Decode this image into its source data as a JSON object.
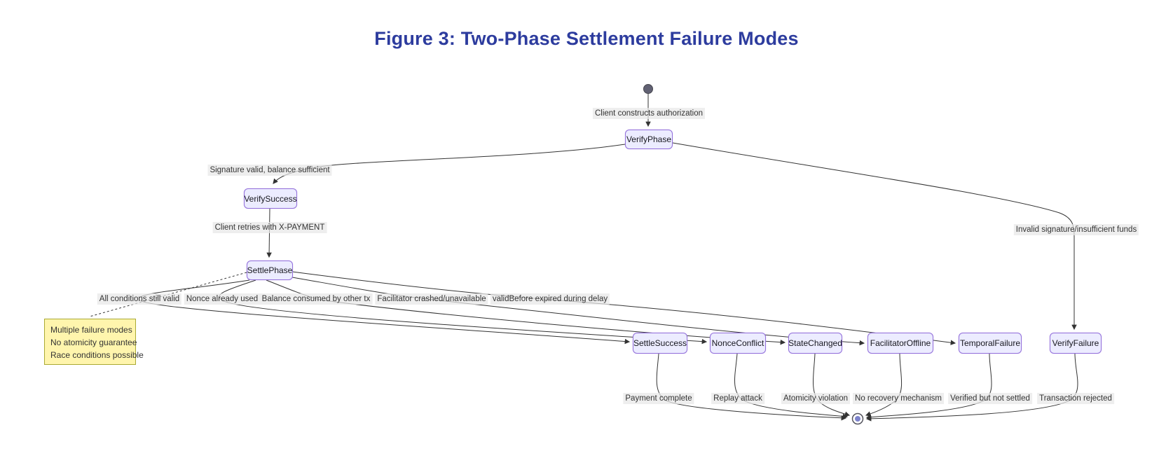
{
  "title": "Figure 3: Two-Phase Settlement Failure Modes",
  "colors": {
    "title": "#2d3c9e",
    "node_fill": "#ececff",
    "node_border": "#9370db",
    "note_fill": "#fff5ad",
    "note_border": "#aaaa33",
    "edge": "#333333",
    "start_state": "#616173",
    "end_state_inner": "#7d83cc"
  },
  "nodes": {
    "verify_phase": {
      "label": "VerifyPhase"
    },
    "verify_success": {
      "label": "VerifySuccess"
    },
    "settle_phase": {
      "label": "SettlePhase"
    },
    "settle_success": {
      "label": "SettleSuccess"
    },
    "nonce_conflict": {
      "label": "NonceConflict"
    },
    "state_changed": {
      "label": "StateChanged"
    },
    "facilitator_offline": {
      "label": "FacilitatorOffline"
    },
    "temporal_failure": {
      "label": "TemporalFailure"
    },
    "verify_failure": {
      "label": "VerifyFailure"
    }
  },
  "edges": {
    "start_to_verifyphase": {
      "label": "Client constructs authorization"
    },
    "verifyphase_to_verifysuccess": {
      "label": "Signature valid, balance sufficient"
    },
    "verifyphase_to_verifyfailure": {
      "label": "Invalid signature/insufficient funds"
    },
    "verifysuccess_to_settlephase": {
      "label": "Client retries with X-PAYMENT"
    },
    "settlephase_to_settlesuccess": {
      "label": "All conditions still valid"
    },
    "settlephase_to_nonceconflict": {
      "label": "Nonce already used"
    },
    "settlephase_to_statechanged": {
      "label": "Balance consumed by other tx"
    },
    "settlephase_to_facilitatoroffline": {
      "label": "Facilitator crashed/unavailable"
    },
    "settlephase_to_temporalfailure": {
      "label": "validBefore expired during delay"
    },
    "settlesuccess_to_end": {
      "label": "Payment complete"
    },
    "nonceconflict_to_end": {
      "label": "Replay attack"
    },
    "statechanged_to_end": {
      "label": "Atomicity violation"
    },
    "facilitatoroffline_to_end": {
      "label": "No recovery mechanism"
    },
    "temporalfailure_to_end": {
      "label": "Verified but not settled"
    },
    "verifyfailure_to_end": {
      "label": "Transaction rejected"
    }
  },
  "note": {
    "lines": [
      "Multiple failure modes",
      "No atomicity guarantee",
      "Race conditions possible"
    ]
  }
}
